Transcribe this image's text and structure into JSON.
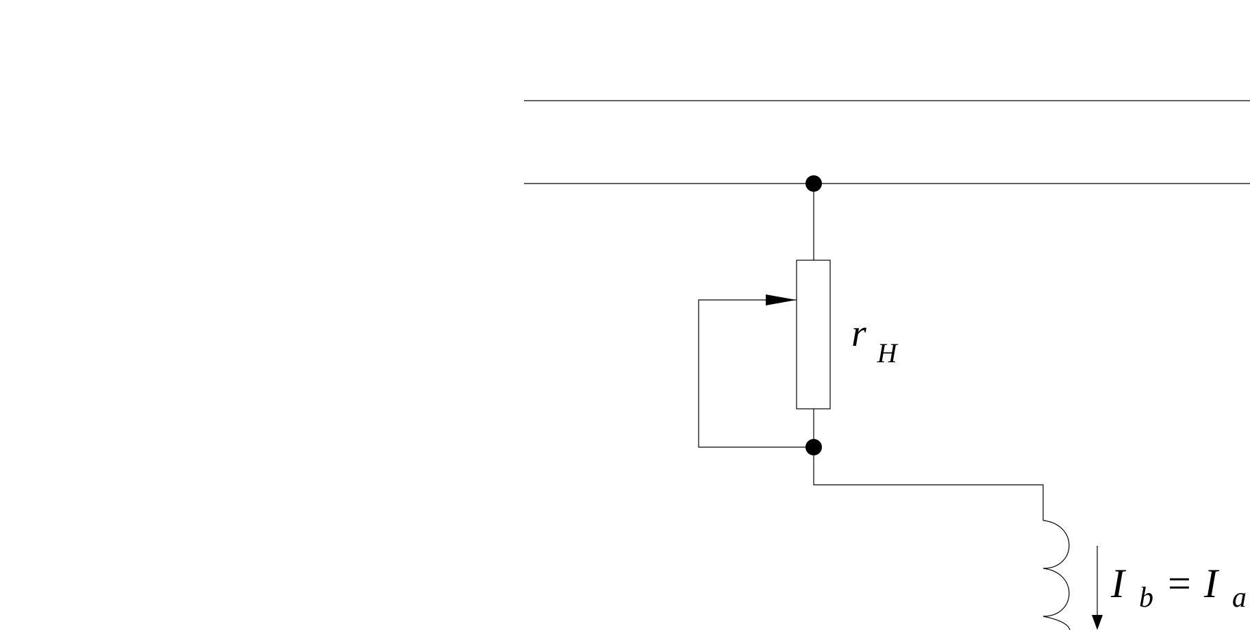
{
  "labels": {
    "rheostat_symbol": "r",
    "rheostat_subscript": "H",
    "current_symbol_left": "I",
    "current_subscript_left": "b",
    "equals": "=",
    "current_symbol_right": "I",
    "current_subscript_right": "a"
  },
  "colors": {
    "ink": "#000000",
    "background": "#ffffff"
  }
}
